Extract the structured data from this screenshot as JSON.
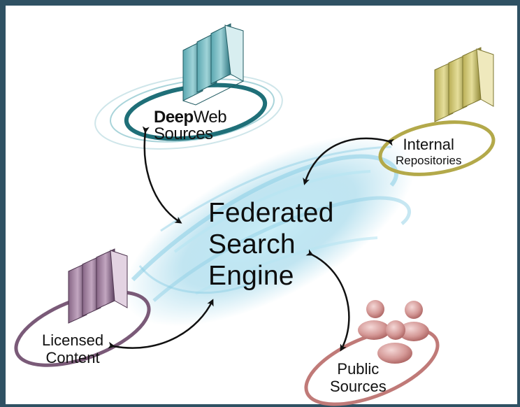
{
  "nodes": {
    "center": {
      "line1": "Federated",
      "line2": "Search",
      "line3": "Engine"
    },
    "deep_web": {
      "word1": "Deep",
      "word2": "Web",
      "line2": "Sources"
    },
    "internal": {
      "line1": "Internal",
      "line2": "Repositories"
    },
    "licensed": {
      "line1": "Licensed",
      "line2": "Content"
    },
    "public": {
      "line1": "Public",
      "line2": "Sources"
    }
  },
  "colors": {
    "frame": "#2f5163",
    "deep_web": "#1f6f78",
    "internal": "#b3a94a",
    "licensed": "#7a5a78",
    "public": "#c07a78",
    "swirl": "#8fd0e6",
    "arrows": "#111111"
  },
  "icons": {
    "deep_web": "server-rack-icon",
    "internal": "server-rack-icon",
    "licensed": "server-rack-icon",
    "public": "people-group-icon"
  }
}
